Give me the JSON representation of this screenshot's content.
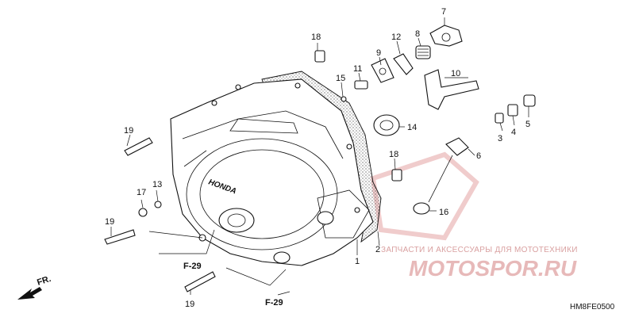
{
  "callouts": [
    {
      "id": "c1",
      "text": "1"
    },
    {
      "id": "c2",
      "text": "2"
    },
    {
      "id": "c3",
      "text": "3"
    },
    {
      "id": "c4",
      "text": "4"
    },
    {
      "id": "c5",
      "text": "5"
    },
    {
      "id": "c6",
      "text": "6"
    },
    {
      "id": "c7",
      "text": "7"
    },
    {
      "id": "c8",
      "text": "8"
    },
    {
      "id": "c9",
      "text": "9"
    },
    {
      "id": "c10",
      "text": "10"
    },
    {
      "id": "c11",
      "text": "11"
    },
    {
      "id": "c12",
      "text": "12"
    },
    {
      "id": "c13",
      "text": "13"
    },
    {
      "id": "c14",
      "text": "14"
    },
    {
      "id": "c15",
      "text": "15"
    },
    {
      "id": "c16",
      "text": "16"
    },
    {
      "id": "c17",
      "text": "17"
    },
    {
      "id": "c18a",
      "text": "18"
    },
    {
      "id": "c18b",
      "text": "18"
    },
    {
      "id": "c19a",
      "text": "19"
    },
    {
      "id": "c19b",
      "text": "19"
    },
    {
      "id": "c19c",
      "text": "19"
    }
  ],
  "refs": {
    "f29_left": "F-29",
    "f29_bottom": "F-29"
  },
  "front_arrow": "FR.",
  "brand_logo": "HONDA",
  "diagram_code": "HM8FE0500",
  "watermark": {
    "tagline": "ЗАПЧАСТИ И АКСЕССУАРЫ ДЛЯ МОТОТЕХНИКИ",
    "site": "MOTOSPOR.RU"
  },
  "colors": {
    "line": "#111111",
    "watermark": "#d9a0a0"
  }
}
